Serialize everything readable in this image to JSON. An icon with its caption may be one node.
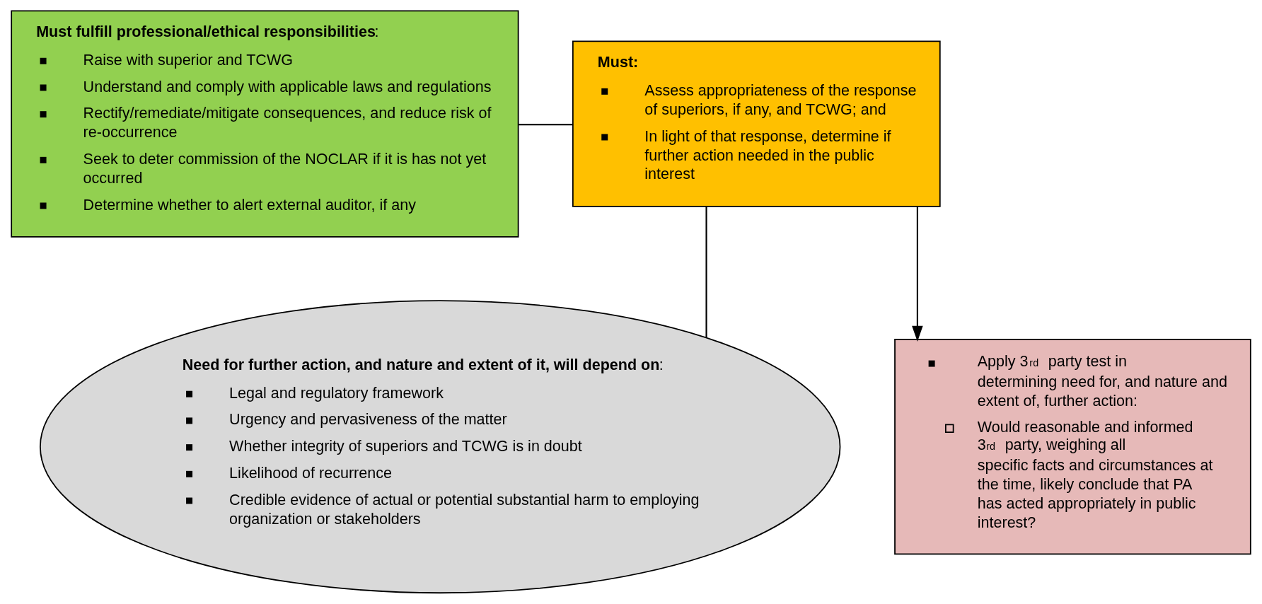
{
  "diagram": {
    "nodes": [
      {
        "text": [
          "**Must fulfill professional/ethical responsibilities**:",
          "Raise with superior and TCWG",
          "Understand and comply with applicable laws and regulations",
          "Rectify/remediate/mitigate consequences, and reduce risk of re-occurrence",
          "Seek to deter commission of the NOCLAR if it is has not yet occurred",
          "Determine whether to alert external auditor, if any"
        ]
      },
      {
        "text": [
          "**Must:**",
          "Assess appropriateness of the response of superiors, if any, and TCWG; and",
          "In light of that response, determine if further action needed in the public interest"
        ]
      },
      {
        "text": [
          "**Need for further action, and nature and extent of it, will depend on**:",
          "Legal and regulatory framework",
          "Urgency and pervasiveness of the matter",
          "Whether integrity of superiors and TCWG is in doubt",
          "Likelihood of recurrence",
          "Credible evidence of actual or potential substantial harm to employing organization or stakeholders"
        ]
      },
      {
        "text": [
          "Apply 3$^{rd}$ party test in determining need for, and nature and extent of, further action:",
          "Would reasonable and informed 3$^{rd}$ party, weighing all specific facts and circumstances at the time, likely conclude that PA has acted appropriately in public interest?"
        ]
      }
    ],
    "edges": [
      {
        "from": 0,
        "to": 1,
        "arrow": "none"
      },
      {
        "from": 1,
        "to": 2,
        "arrow": "none"
      },
      {
        "from": 1,
        "to": 3,
        "arrow": "to"
      }
    ]
  }
}
